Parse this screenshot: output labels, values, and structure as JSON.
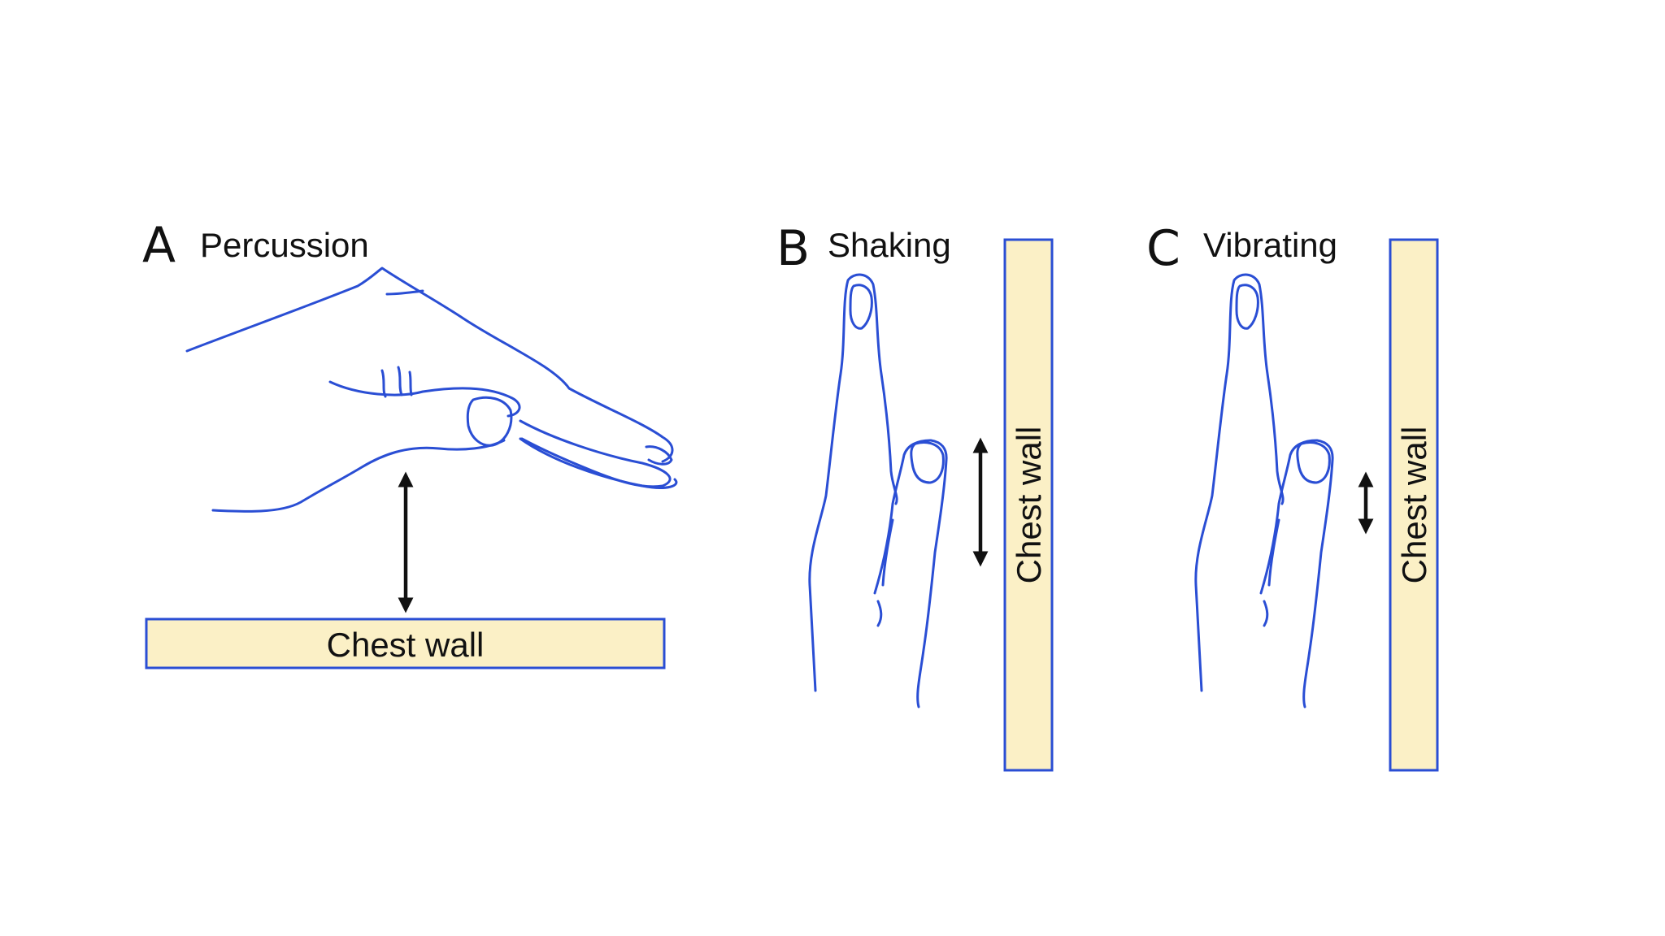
{
  "colors": {
    "hand_outline": "#2a4ed4",
    "wall_fill": "#fbf0c6",
    "wall_border": "#2a4ed4",
    "arrow": "#111111"
  },
  "panels": [
    {
      "letter": "A",
      "title": "Percussion",
      "wall_label": "Chest wall",
      "wall_orientation": "horizontal",
      "motion": "up-down, large amplitude"
    },
    {
      "letter": "B",
      "title": "Shaking",
      "wall_label": "Chest wall",
      "wall_orientation": "vertical",
      "motion": "up-down, large amplitude"
    },
    {
      "letter": "C",
      "title": "Vibrating",
      "wall_label": "Chest wall",
      "wall_orientation": "vertical",
      "motion": "up-down, small amplitude"
    }
  ]
}
